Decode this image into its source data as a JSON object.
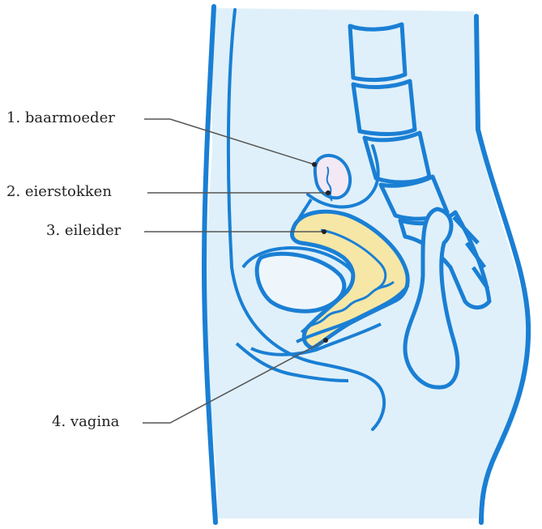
{
  "labels": [
    {
      "id": "1",
      "text": "1. baarmoeder"
    },
    {
      "id": "2",
      "text": "2. eierstokken"
    },
    {
      "id": "3",
      "text": "3. eileider"
    },
    {
      "id": "4",
      "text": "4. vagina"
    }
  ],
  "colors": {
    "outline": "#1a7fd4",
    "body_fill": "#dff0fa",
    "organ_fill": "#f6e7a6",
    "ovary_fill": "#f3e9f4",
    "leader": "#555555"
  }
}
